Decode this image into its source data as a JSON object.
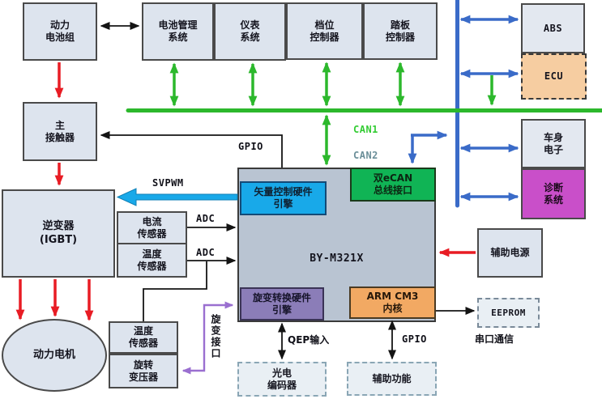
{
  "blocks": {
    "battery_pack": "动力\n电池组",
    "bms": "电池管理\n系统",
    "instrument": "仪表\n系统",
    "gear_controller": "档位\n控制器",
    "pedal_controller": "踏板\n控制器",
    "abs": "ABS",
    "ecu": "ECU",
    "main_contactor": "主\n接触器",
    "body_electronics": "车身\n电子",
    "diagnostic_system": "诊断\n系统",
    "inverter": "逆变器\n(IGBT)",
    "current_sensor": "电流\n传感器",
    "temp_sensor_inverter": "温度\n传感器",
    "aux_power": "辅助电源",
    "eeprom": "EEPROM",
    "motor": "动力电机",
    "temp_sensor_motor": "温度\n传感器",
    "resolver": "旋转\n变压器",
    "photo_encoder": "光电\n编码器",
    "aux_function": "辅助功能"
  },
  "chip": {
    "name": "BY-M321X",
    "vector_engine": "矢量控制硬件\n引擎",
    "ecan_interface": "双eCAN\n总线接口",
    "resolver_engine": "旋变转换硬件\n引擎",
    "arm_core": "ARM CM3\n内核"
  },
  "labels": {
    "gpio_top": "GPIO",
    "svpwm": "SVPWM",
    "adc_current": "ADC",
    "adc_temp": "ADC",
    "can1": "CAN1",
    "can2": "CAN2",
    "resolver_interface": "旋变接口",
    "qep_input": "QEP输入",
    "gpio_bottom": "GPIO",
    "serial_comm": "串口通信"
  },
  "colors": {
    "box_fill": "#dde4ee",
    "chip_fill": "#b9c4d2",
    "vector_fill": "#18a9e9",
    "ecan_fill": "#10b455",
    "resolver_fill": "#8b7db8",
    "arm_fill": "#f2a963",
    "ecu_fill": "#f6cda1",
    "diagnostic_fill": "#c94fc9",
    "can1_bus": "#2cb82c",
    "can2_bus": "#3a6bc8",
    "power_arrow": "#e81c24",
    "resolver_line": "#9a6fd0",
    "svpwm_arrow": "#18a9e9"
  }
}
